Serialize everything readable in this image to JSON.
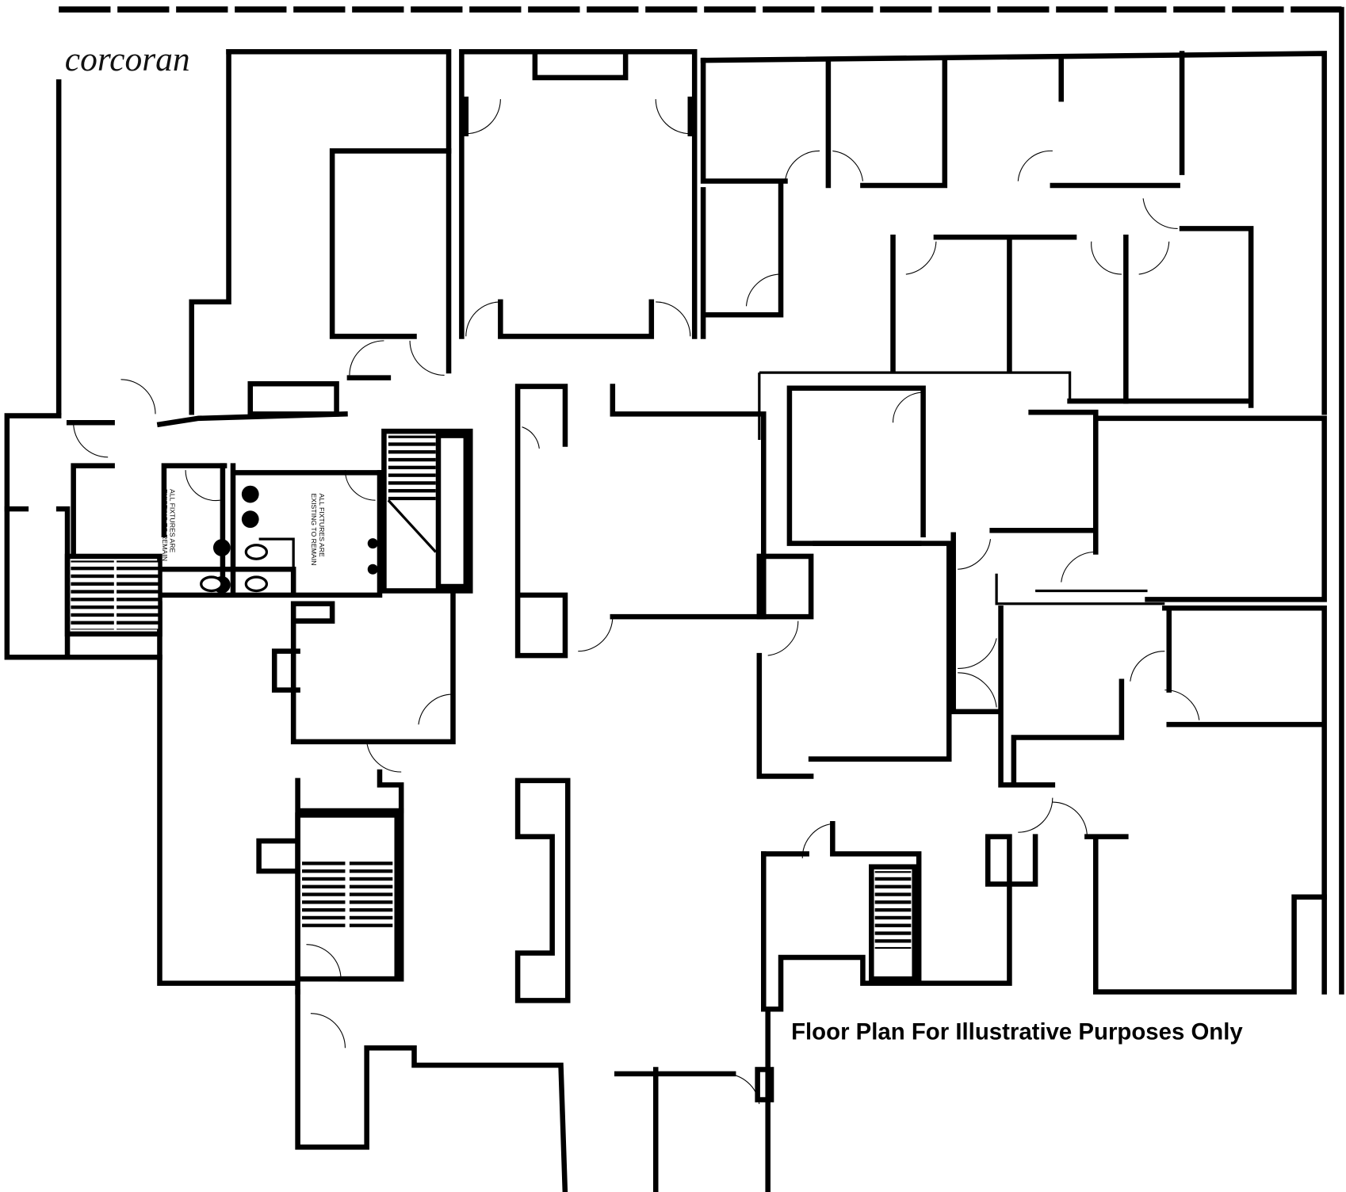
{
  "logo": "corcoran",
  "fixtures_note": {
    "line1": "ALL FIXTURES ARE",
    "line2": "EXISTING TO REMAIN"
  },
  "disclaimer": "Floor Plan For Illustrative Purposes Only",
  "colors": {
    "walls": "#000000",
    "background": "#ffffff"
  }
}
